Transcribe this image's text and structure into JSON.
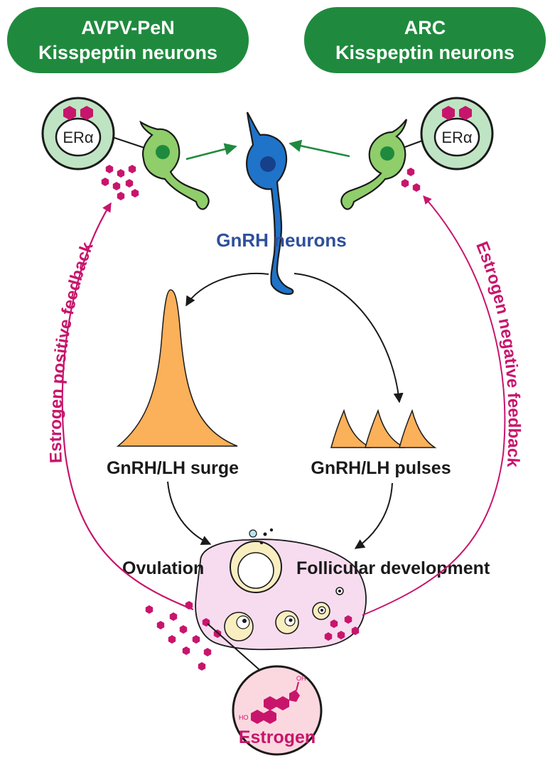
{
  "headers": {
    "left": {
      "line1": "AVPV-PeN",
      "line2": "Kisspeptin neurons"
    },
    "right": {
      "line1": "ARC",
      "line2": "Kisspeptin neurons"
    }
  },
  "receptor": {
    "left": "ERα",
    "right": "ERα"
  },
  "gnrh_neurons_label": "GnRH neurons",
  "surge_label": "GnRH/LH surge",
  "pulses_label": "GnRH/LH pulses",
  "ovulation_label": "Ovulation",
  "follicular_label": "Follicular development",
  "positive_feedback_label": "Estrogen positive feedback",
  "negative_feedback_label": "Estrogen negative feedback",
  "estrogen_label": "Estrogen",
  "molecule": {
    "oh_label": "OH",
    "ho_label": "HO"
  },
  "colors": {
    "header_green": "#1f8a3e",
    "kiss_neuron": "#8fce6a",
    "gnrh_neuron": "#1f73c8",
    "label_blue": "#2e4f9c",
    "estrogen_magenta": "#c8156c",
    "lh_orange": "#fbb05a",
    "ovary_pink": "#f7dcef",
    "follicle_cream": "#f8eec0"
  }
}
